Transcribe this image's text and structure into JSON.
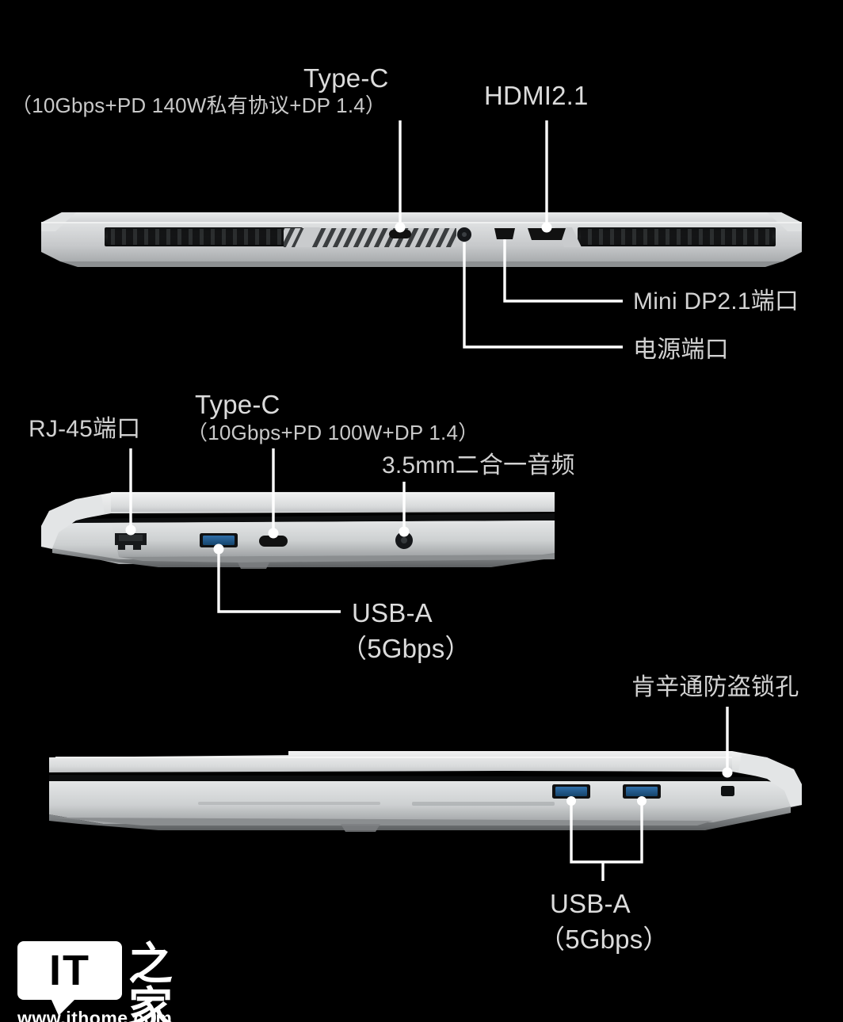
{
  "page": {
    "background": "#000000",
    "line_color": "#ffffff",
    "text_color": "#d6d6d6",
    "chassis_color": "#cfd1d2"
  },
  "views": [
    {
      "name": "rear-view",
      "labels": [
        {
          "id": "type-c-rear",
          "title": "Type-C",
          "detail": "（10Gbps+PD 140W私有协议+DP 1.4）"
        },
        {
          "id": "hdmi",
          "title": "HDMI2.1",
          "detail": ""
        },
        {
          "id": "mini-dp",
          "title": "Mini DP2.1端口",
          "detail": ""
        },
        {
          "id": "power-port",
          "title": "电源端口",
          "detail": ""
        }
      ],
      "ports": [
        "type-c",
        "power",
        "mini-dp",
        "hdmi"
      ]
    },
    {
      "name": "left-side-view",
      "labels": [
        {
          "id": "rj45",
          "title": "RJ-45端口",
          "detail": ""
        },
        {
          "id": "type-c-left",
          "title": "Type-C",
          "detail": "（10Gbps+PD 100W+DP 1.4）"
        },
        {
          "id": "audio-jack",
          "title": "3.5mm二合一音频",
          "detail": ""
        },
        {
          "id": "usb-a-left",
          "title": "USB-A",
          "detail": "（5Gbps）"
        }
      ],
      "ports": [
        "rj45",
        "usb-a",
        "type-c",
        "audio"
      ]
    },
    {
      "name": "right-side-view",
      "labels": [
        {
          "id": "kensington",
          "title": "肯辛通防盗锁孔",
          "detail": ""
        },
        {
          "id": "usb-a-right",
          "title": "USB-A",
          "detail": "（5Gbps）"
        }
      ],
      "ports": [
        "usb-a",
        "usb-a",
        "kensington-lock"
      ]
    }
  ],
  "watermark": {
    "mark": "IT",
    "cn": "之家",
    "url": "www.ithome.com"
  }
}
